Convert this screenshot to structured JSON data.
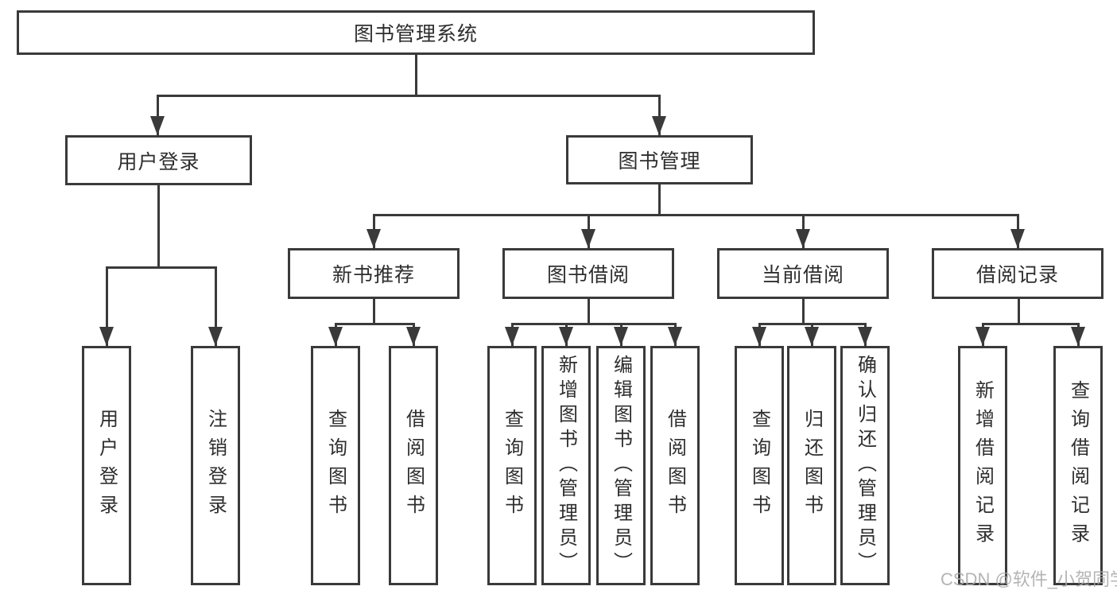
{
  "diagram": {
    "title": "图书管理系统",
    "nodes": {
      "root": "图书管理系统",
      "user_login": "用户登录",
      "book_management": "图书管理",
      "new_book_recommend": "新书推荐",
      "book_borrow": "图书借阅",
      "current_borrow": "当前借阅",
      "borrow_records": "借阅记录"
    },
    "leaves": {
      "user_login": [
        "用户登录",
        "注销登录"
      ],
      "new_book_recommend": [
        "查询图书",
        "借阅图书"
      ],
      "book_borrow": [
        "查询图书",
        "新增图书（管理员）",
        "编辑图书（管理员）",
        "借阅图书"
      ],
      "current_borrow": [
        "查询图书",
        "归还图书",
        "确认归还（管理员）"
      ],
      "borrow_records": [
        "新增借阅记录",
        "查询借阅记录"
      ]
    },
    "watermark": "CSDN @软件_小贺同学",
    "colors": {
      "line": "#3a3a3a",
      "text": "#2e2e2e",
      "background": "#ffffff",
      "watermark": "#a8a8a8"
    }
  }
}
